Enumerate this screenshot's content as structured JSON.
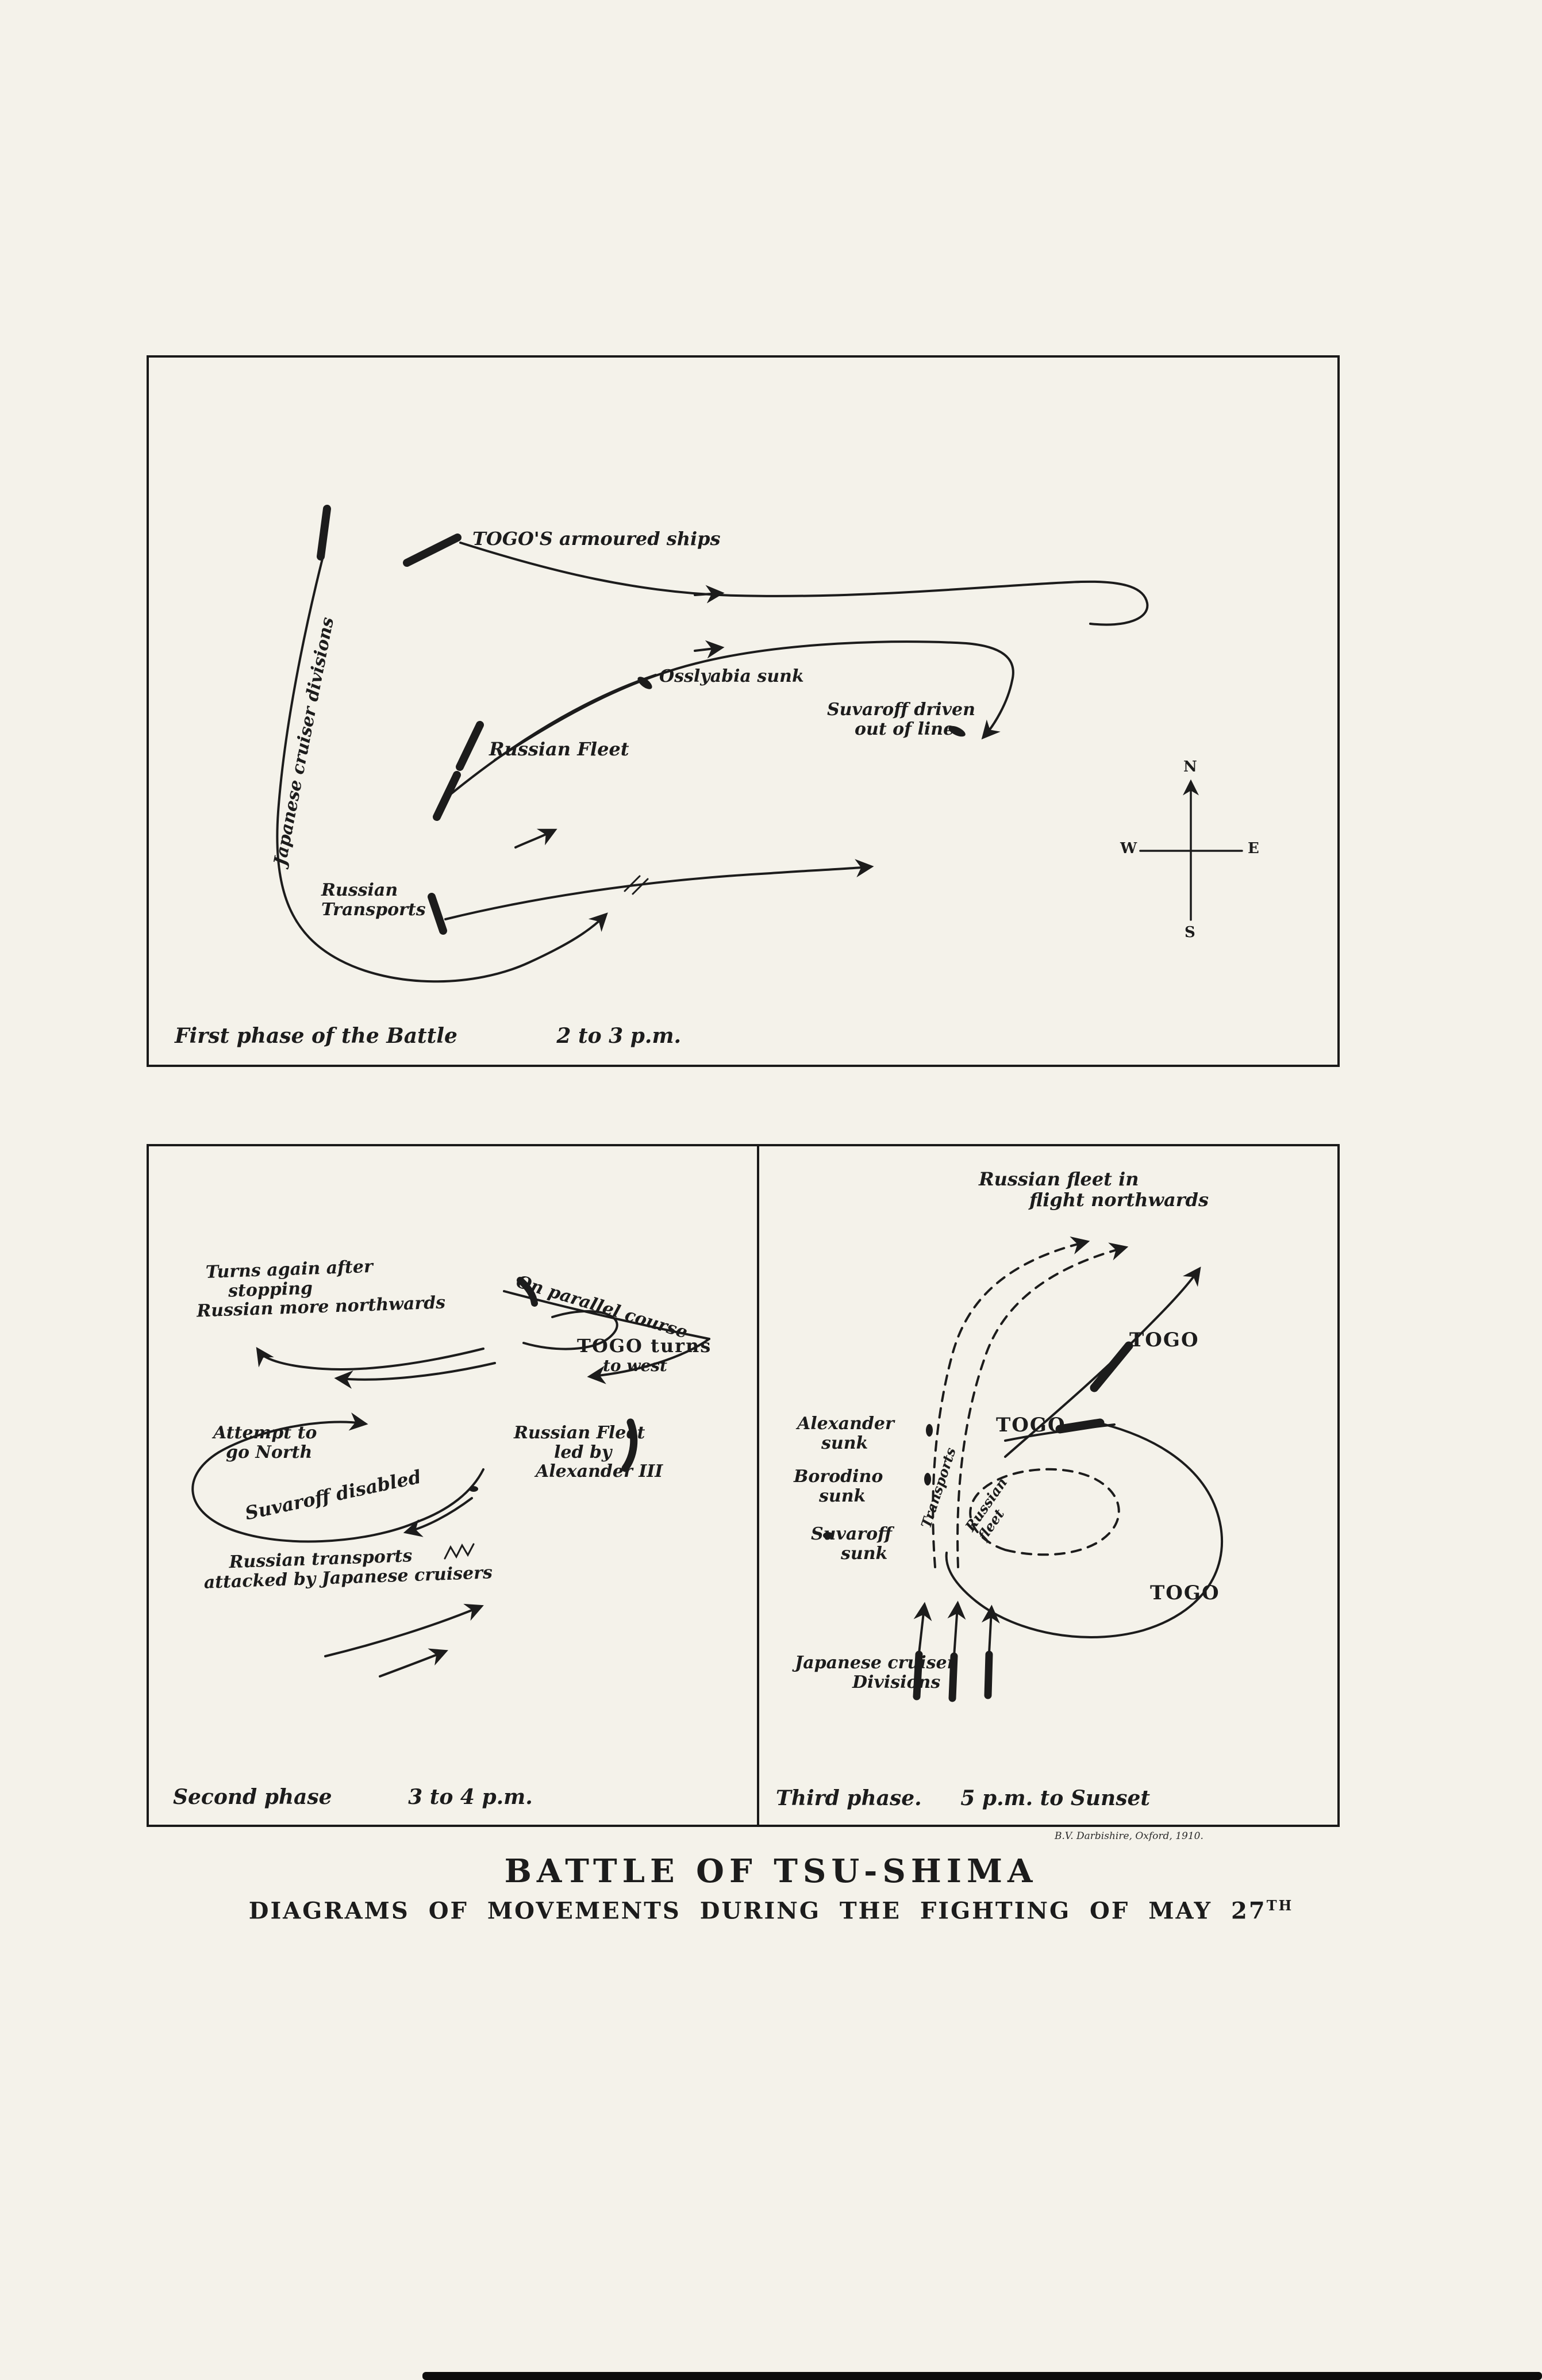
{
  "theme": {
    "paper": "#f4f2ea",
    "ink": "#1c1c1c"
  },
  "page": {
    "title": "BATTLE OF TSU-SHIMA",
    "subtitle": "DIAGRAMS OF MOVEMENTS DURING THE FIGHTING OF MAY 27",
    "subtitle_sup": "TH",
    "imprint": "B.V. Darbishire, Oxford, 1910."
  },
  "panel1": {
    "caption": {
      "text": "First phase of the Battle",
      "time": "2 to 3 p.m."
    },
    "labels": {
      "togo_armoured": "TOGO'S armoured ships",
      "japanese_cruisers": "Japanese cruiser divisions",
      "osslyabia": "Osslyabia sunk",
      "suvaroff": [
        "Suvaroff driven",
        "out of line"
      ],
      "russian_fleet": "Russian Fleet",
      "russian_transports": [
        "Russian",
        "Transports"
      ]
    },
    "compass": {
      "n": "N",
      "e": "E",
      "s": "S",
      "w": "W"
    }
  },
  "panel2": {
    "caption": {
      "text": "Second phase",
      "time": "3 to 4 p.m."
    },
    "labels": {
      "turns_again": [
        "Turns again after",
        "stopping",
        "Russian more northwards"
      ],
      "parallel_course": "On parallel course",
      "togo_turns": [
        "TOGO turns",
        "to west"
      ],
      "attempt": [
        "Attempt to",
        "go North"
      ],
      "suvaroff_disabled": "Suvaroff disabled",
      "russian_fleet": [
        "Russian Fleet",
        "led by",
        "Alexander III"
      ],
      "transports_attacked": [
        "Russian transports",
        "attacked by Japanese cruisers"
      ]
    }
  },
  "panel3": {
    "caption": {
      "text": "Third phase.",
      "time": "5 p.m. to Sunset"
    },
    "labels": {
      "flight": [
        "Russian fleet in",
        "flight northwards"
      ],
      "togo1": "TOGO",
      "togo2": "TOGO",
      "togo3": "TOGO",
      "alexander": [
        "Alexander",
        "sunk"
      ],
      "borodino": [
        "Borodino",
        "sunk"
      ],
      "suvaroff": [
        "Suvaroff",
        "sunk"
      ],
      "transports": "Transports",
      "russian_fleet": [
        "Russian",
        "fleet"
      ],
      "japanese_cruisers": [
        "Japanese cruiser",
        "Divisions"
      ]
    }
  }
}
